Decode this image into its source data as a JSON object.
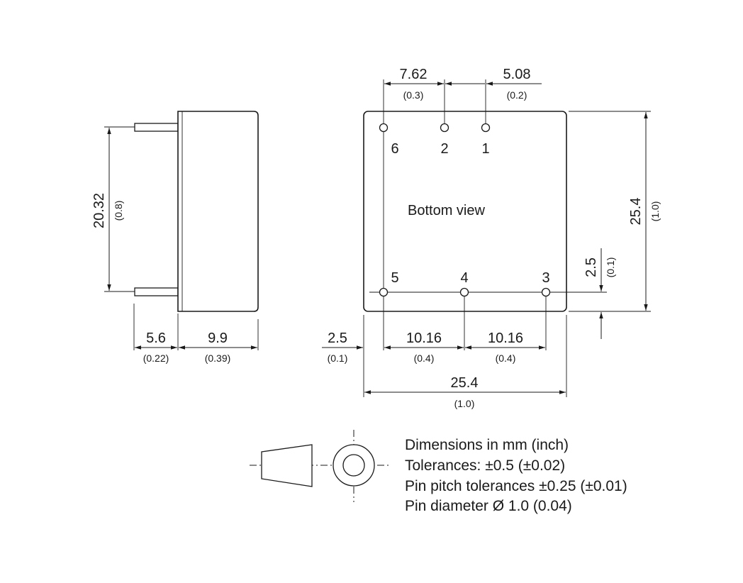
{
  "side_view": {
    "height": {
      "mm": "20.32",
      "inch": "(0.8)"
    },
    "pin_length": {
      "mm": "5.6",
      "inch": "(0.22)"
    },
    "body_depth": {
      "mm": "9.9",
      "inch": "(0.39)"
    }
  },
  "bottom_view": {
    "title": "Bottom view",
    "pins": [
      {
        "label": "6"
      },
      {
        "label": "2"
      },
      {
        "label": "1"
      },
      {
        "label": "5"
      },
      {
        "label": "4"
      },
      {
        "label": "3"
      }
    ],
    "top_pitch_left": {
      "mm": "7.62",
      "inch": "(0.3)"
    },
    "top_pitch_right": {
      "mm": "5.08",
      "inch": "(0.2)"
    },
    "height": {
      "mm": "25.4",
      "inch": "(1.0)"
    },
    "bottom_offset": {
      "mm": "2.5",
      "inch": "(0.1)"
    },
    "left_offset": {
      "mm": "2.5",
      "inch": "(0.1)"
    },
    "pitch_1": {
      "mm": "10.16",
      "inch": "(0.4)"
    },
    "pitch_2": {
      "mm": "10.16",
      "inch": "(0.4)"
    },
    "width": {
      "mm": "25.4",
      "inch": "(1.0)"
    }
  },
  "notes": [
    "Dimensions in mm (inch)",
    "Tolerances: ±0.5 (±0.02)",
    "Pin pitch tolerances ±0.25 (±0.01)",
    "Pin diameter Ø 1.0 (0.04)"
  ]
}
